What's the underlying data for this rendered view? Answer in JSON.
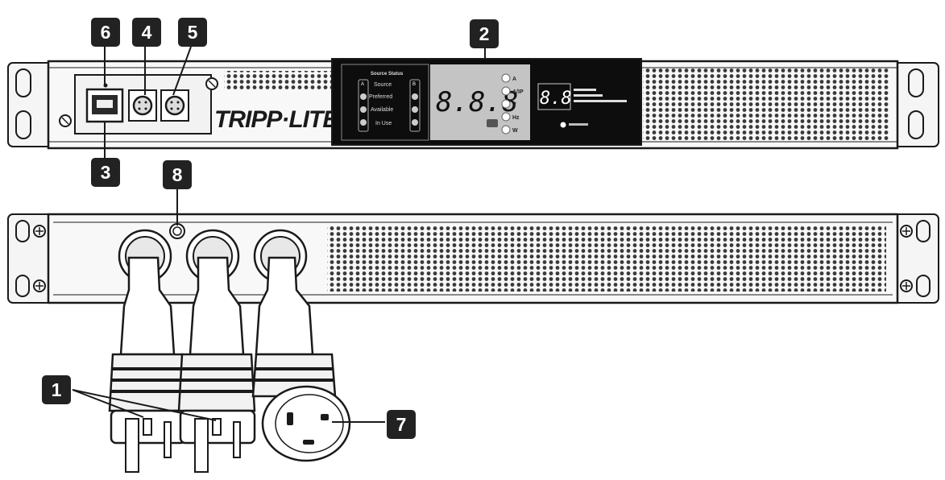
{
  "callouts": [
    "1",
    "2",
    "3",
    "4",
    "5",
    "6",
    "7",
    "8"
  ],
  "brand": "TRIPP·LITE",
  "display": {
    "main_readout": "8.8.8",
    "secondary_readout": "8.8"
  },
  "colors": {
    "callout_fill": "#222222",
    "callout_text": "#ffffff",
    "panel_dark": "#0d0d0d",
    "panel_gray": "#c4c4c4",
    "chassis": "#f7f7f7",
    "outline": "#1a1a1a"
  }
}
